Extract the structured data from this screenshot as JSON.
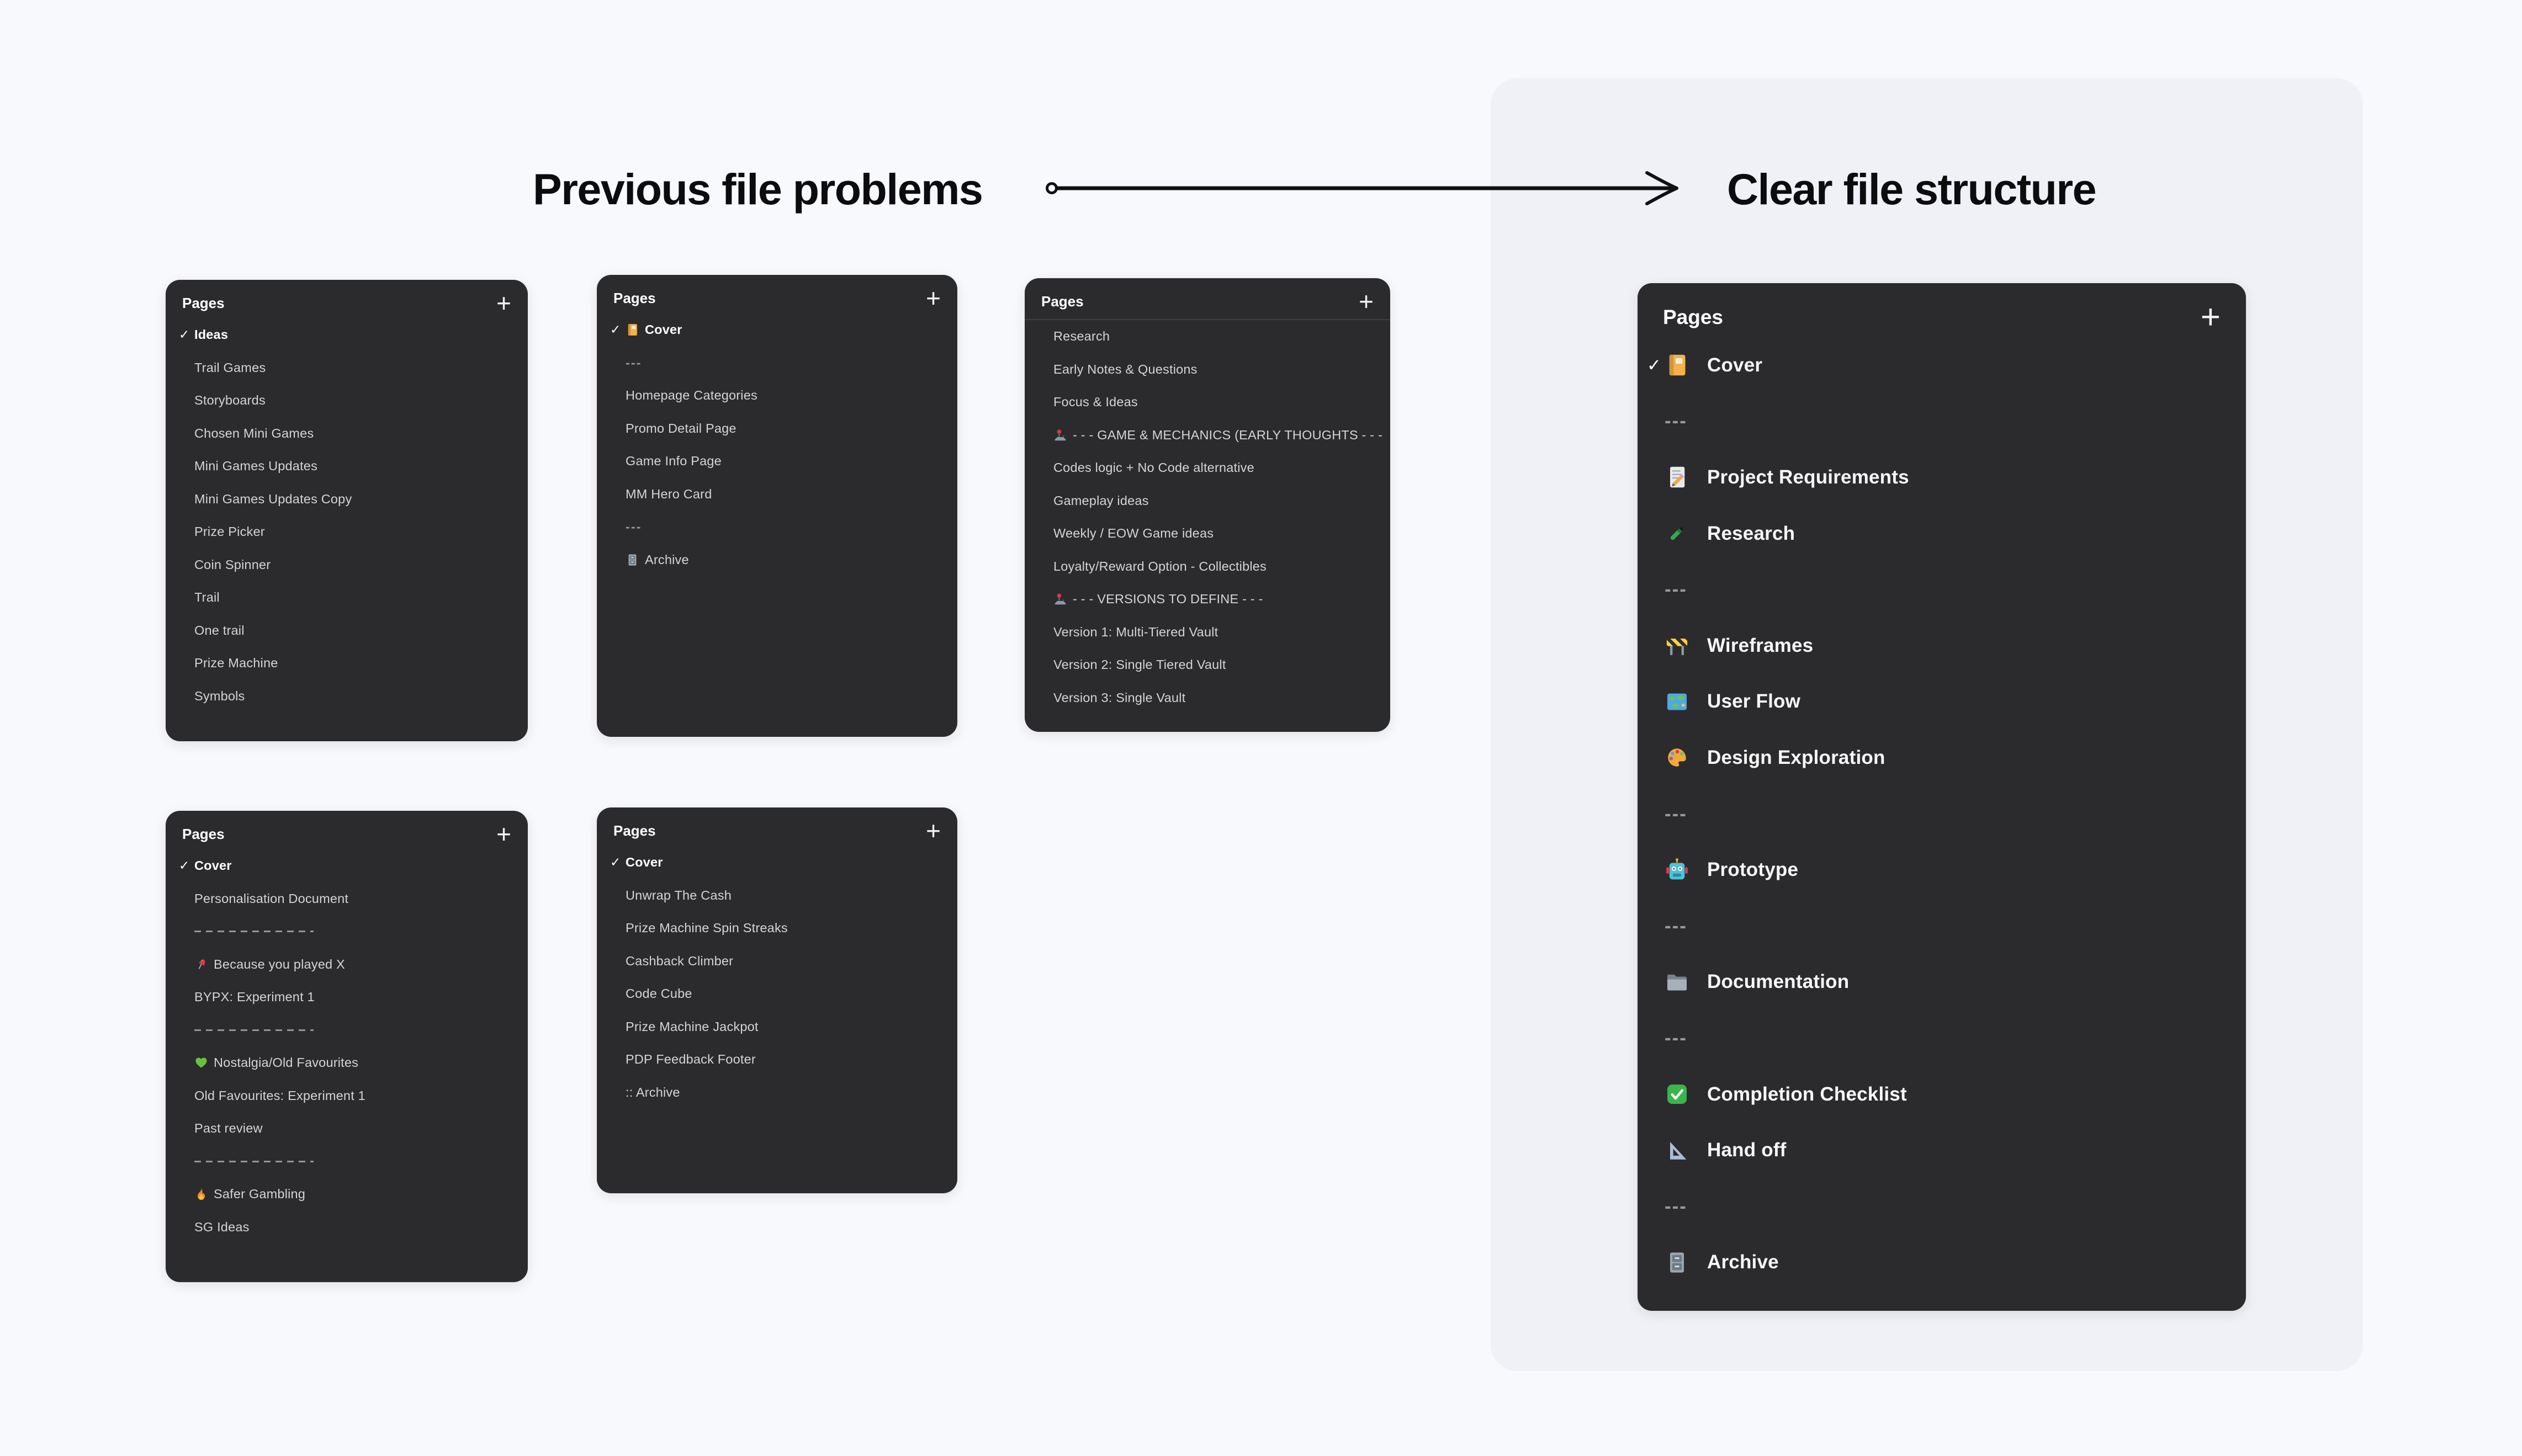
{
  "titles": {
    "left": "Previous file problems",
    "right": "Clear file structure"
  },
  "ui": {
    "plus_label": "+",
    "check_glyph": "✓",
    "separator_label": "---"
  },
  "colors": {
    "page_bg": "#f8f9fc",
    "container_bg": "#f0f1f6",
    "panel_bg": "#2b2b2d",
    "header_text": "#ffffff",
    "row_text": "#d4d4d4",
    "row_text_selected": "#ffffff",
    "separator_text": "#98989c",
    "title_text": "#0c0c0e",
    "arrow": "#111111",
    "check_green": "#39b54a",
    "cover_yellow": "#f4b24a"
  },
  "panels": [
    {
      "header": "Pages",
      "rows": [
        {
          "type": "page",
          "label": "Ideas",
          "checked": true,
          "bold": true
        },
        {
          "type": "page",
          "label": "Trail Games"
        },
        {
          "type": "page",
          "label": "Storyboards"
        },
        {
          "type": "page",
          "label": "Chosen Mini Games"
        },
        {
          "type": "page",
          "label": "Mini Games Updates"
        },
        {
          "type": "page",
          "label": "Mini Games Updates Copy"
        },
        {
          "type": "page",
          "label": "Prize Picker"
        },
        {
          "type": "page",
          "label": "Coin Spinner"
        },
        {
          "type": "page",
          "label": "Trail"
        },
        {
          "type": "page",
          "label": "One trail"
        },
        {
          "type": "page",
          "label": "Prize Machine"
        },
        {
          "type": "page",
          "label": "Symbols"
        }
      ]
    },
    {
      "header": "Pages",
      "rows": [
        {
          "type": "page",
          "label": "Cover",
          "icon": "ledger-icon",
          "checked": true,
          "bold": true
        },
        {
          "type": "sep"
        },
        {
          "type": "page",
          "label": "Homepage Categories"
        },
        {
          "type": "page",
          "label": "Promo Detail Page"
        },
        {
          "type": "page",
          "label": "Game Info Page"
        },
        {
          "type": "page",
          "label": "MM Hero Card"
        },
        {
          "type": "sep"
        },
        {
          "type": "page",
          "label": "Archive",
          "icon": "file-cabinet-icon"
        }
      ]
    },
    {
      "header": "Pages",
      "header_divider": true,
      "rows": [
        {
          "type": "page",
          "label": "Research"
        },
        {
          "type": "page",
          "label": "Early Notes & Questions"
        },
        {
          "type": "page",
          "label": "Focus & Ideas"
        },
        {
          "type": "page",
          "label": "- - - GAME & MECHANICS (EARLY THOUGHTS - - -",
          "icon": "joystick-icon"
        },
        {
          "type": "page",
          "label": "Codes logic + No Code alternative"
        },
        {
          "type": "page",
          "label": "Gameplay ideas"
        },
        {
          "type": "page",
          "label": "Weekly / EOW Game ideas"
        },
        {
          "type": "page",
          "label": "Loyalty/Reward Option - Collectibles"
        },
        {
          "type": "page",
          "label": "- - - VERSIONS TO DEFINE - - -",
          "icon": "joystick-icon"
        },
        {
          "type": "page",
          "label": "Version 1: Multi-Tiered Vault"
        },
        {
          "type": "page",
          "label": "Version 2: Single Tiered Vault"
        },
        {
          "type": "page",
          "label": "Version 3: Single Vault"
        }
      ]
    },
    {
      "header": "Pages",
      "rows": [
        {
          "type": "page",
          "label": "Cover",
          "checked": true,
          "bold": true
        },
        {
          "type": "page",
          "label": "Personalisation Document"
        },
        {
          "type": "dash"
        },
        {
          "type": "page",
          "label": "Because you played X",
          "icon": "pushpin-icon",
          "tight": true
        },
        {
          "type": "page",
          "label": "BYPX: Experiment 1",
          "indent": true
        },
        {
          "type": "dash"
        },
        {
          "type": "page",
          "label": "Nostalgia/Old Favourites",
          "icon": "green-heart-icon"
        },
        {
          "type": "page",
          "label": "Old Favourites: Experiment 1",
          "indent": true
        },
        {
          "type": "page",
          "label": "Past review",
          "indent": true
        },
        {
          "type": "dash"
        },
        {
          "type": "page",
          "label": "Safer Gambling",
          "icon": "fire-icon"
        },
        {
          "type": "page",
          "label": "SG Ideas",
          "indent": true
        }
      ]
    },
    {
      "header": "Pages",
      "rows": [
        {
          "type": "page",
          "label": "Cover",
          "checked": true,
          "bold": true
        },
        {
          "type": "page",
          "label": "Unwrap The Cash"
        },
        {
          "type": "page",
          "label": "Prize Machine Spin Streaks"
        },
        {
          "type": "page",
          "label": "Cashback Climber"
        },
        {
          "type": "page",
          "label": "Code Cube"
        },
        {
          "type": "page",
          "label": "Prize Machine Jackpot"
        },
        {
          "type": "page",
          "label": "PDP Feedback Footer"
        },
        {
          "type": "page",
          "label": ":: Archive"
        }
      ]
    },
    {
      "header": "Pages",
      "rows": [
        {
          "type": "page",
          "label": "Cover",
          "icon": "ledger-icon",
          "checked": true
        },
        {
          "type": "sep"
        },
        {
          "type": "page",
          "label": "Project Requirements",
          "icon": "memo-icon"
        },
        {
          "type": "page",
          "label": "Research",
          "icon": "green-pen-icon"
        },
        {
          "type": "sep"
        },
        {
          "type": "page",
          "label": "Wireframes",
          "icon": "construction-icon"
        },
        {
          "type": "page",
          "label": "User Flow",
          "icon": "world-map-icon"
        },
        {
          "type": "page",
          "label": "Design Exploration",
          "icon": "palette-icon"
        },
        {
          "type": "sep"
        },
        {
          "type": "page",
          "label": "Prototype",
          "icon": "robot-icon"
        },
        {
          "type": "sep"
        },
        {
          "type": "page",
          "label": "Documentation",
          "icon": "folder-icon"
        },
        {
          "type": "sep"
        },
        {
          "type": "page",
          "label": "Completion Checklist",
          "icon": "check-box-icon"
        },
        {
          "type": "page",
          "label": "Hand off",
          "icon": "triangular-ruler-icon"
        },
        {
          "type": "sep"
        },
        {
          "type": "page",
          "label": "Archive",
          "icon": "file-cabinet-icon"
        }
      ]
    }
  ]
}
